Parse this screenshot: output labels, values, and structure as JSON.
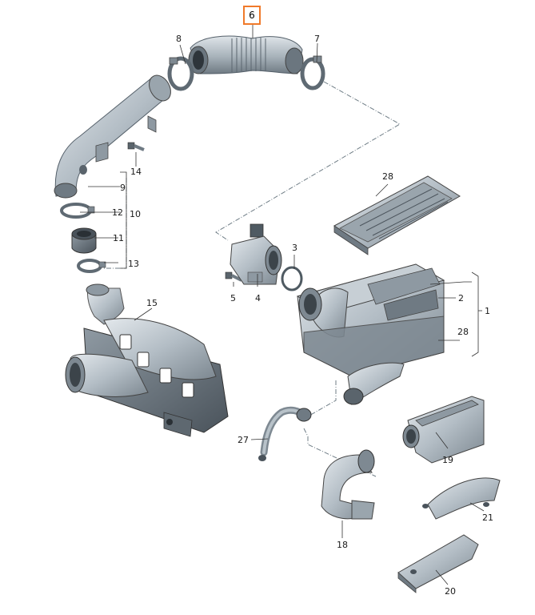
{
  "diagram": {
    "highlight_color": "#f07a2a",
    "part_fill": "#b9c3cb",
    "part_shade": "#7e8992",
    "part_dark": "#4d565e",
    "callouts": {
      "p1": "1",
      "p2": "2",
      "p3": "3",
      "p4": "4",
      "p5": "5",
      "p6": "6",
      "p7": "7",
      "p8": "8",
      "p9": "9",
      "p10": "10",
      "p11": "11",
      "p12": "12",
      "p13": "13",
      "p14": "14",
      "p15": "15",
      "p18": "18",
      "p19": "19",
      "p20": "20",
      "p21": "21",
      "p27": "27",
      "p28a": "28",
      "p28b": "28"
    }
  }
}
